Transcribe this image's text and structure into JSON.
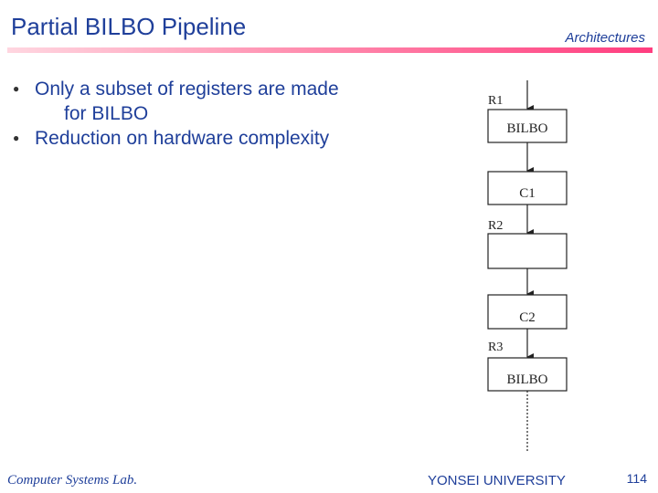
{
  "header": {
    "title": "Partial BILBO Pipeline",
    "section": "Architectures"
  },
  "bullets": [
    {
      "line1": "Only a subset of registers are made",
      "line2": "for BILBO"
    },
    {
      "line1": "Reduction on hardware complexity",
      "line2": ""
    }
  ],
  "diagram": {
    "register_labels": [
      "R1",
      "R2",
      "R3"
    ],
    "box_labels": [
      "BILBO",
      "C1",
      "",
      "C2",
      "BILBO"
    ]
  },
  "footer": {
    "lab": "Computer Systems Lab.",
    "university": "YONSEI UNIVERSITY",
    "page": "114"
  },
  "colors": {
    "heading": "#1f3f9a",
    "rule_end": "#ff3d7f"
  }
}
